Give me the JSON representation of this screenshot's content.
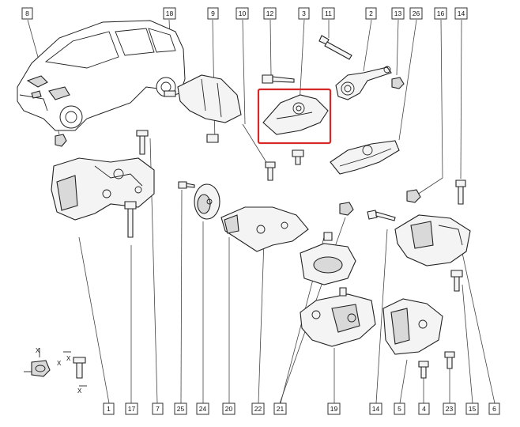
{
  "top_labels": [
    "8",
    "18",
    "9",
    "10",
    "12",
    "3",
    "11",
    "2",
    "13",
    "26",
    "16",
    "14"
  ],
  "bottom_labels": [
    "1",
    "17",
    "7",
    "25",
    "24",
    "20",
    "22",
    "21",
    "19",
    "14",
    "5",
    "4",
    "23",
    "15",
    "6"
  ],
  "detail_letters": [
    "X",
    "X",
    "X",
    "X"
  ],
  "highlight_color": "#d62828"
}
